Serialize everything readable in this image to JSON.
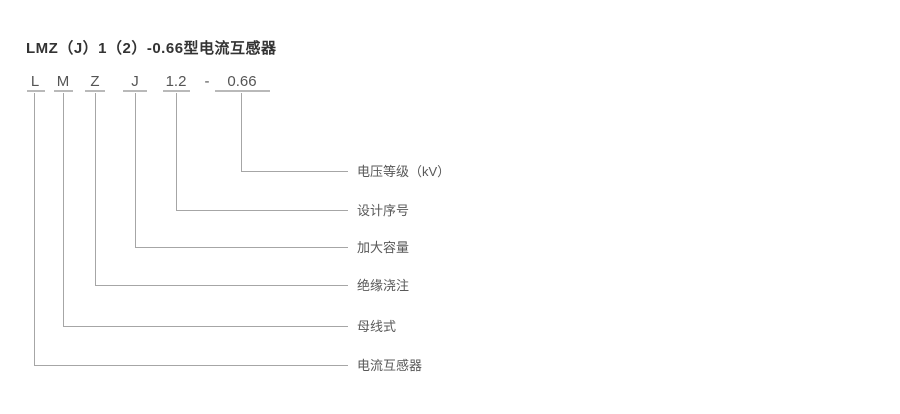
{
  "page": {
    "title": "LMZ（J）1（2）-0.66型电流互感器"
  },
  "diagram": {
    "code_parts": [
      {
        "text": "L",
        "label": "电流互感器"
      },
      {
        "text": "M",
        "label": "母线式"
      },
      {
        "text": "Z",
        "label": "绝缘浇注"
      },
      {
        "text": "J",
        "label": "加大容量"
      },
      {
        "text": "1.2",
        "label": "设计序号"
      },
      {
        "text": "-",
        "label": ""
      },
      {
        "text": "0.66",
        "label": "电压等级（kV）"
      }
    ],
    "colors": {
      "background": "#ffffff",
      "title_text": "#333333",
      "code_text": "#555555",
      "label_text": "#595959",
      "connector_line": "#a6a6a6",
      "underline": "#b9b9b9"
    }
  }
}
